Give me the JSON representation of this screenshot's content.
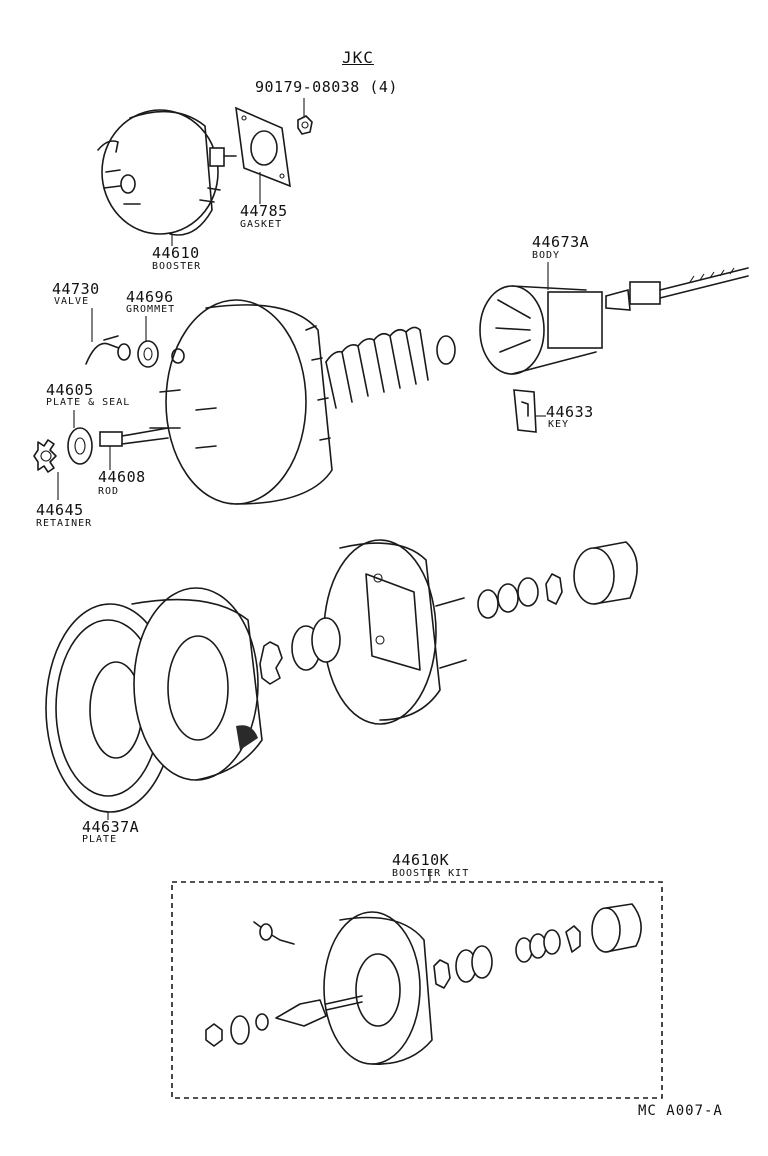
{
  "header": {
    "code": "JKC"
  },
  "parts": [
    {
      "id": "p1",
      "number": "90179-08038 (4)",
      "name": ""
    },
    {
      "id": "p2",
      "number": "44785",
      "name": "GASKET"
    },
    {
      "id": "p3",
      "number": "44610",
      "name": "BOOSTER"
    },
    {
      "id": "p4",
      "number": "44730",
      "name": "VALVE"
    },
    {
      "id": "p5",
      "number": "44696",
      "name": "GROMMET"
    },
    {
      "id": "p6",
      "number": "44673A",
      "name": "BODY"
    },
    {
      "id": "p7",
      "number": "44605",
      "name": "PLATE & SEAL"
    },
    {
      "id": "p8",
      "number": "44633",
      "name": "KEY"
    },
    {
      "id": "p9",
      "number": "44608",
      "name": "ROD"
    },
    {
      "id": "p10",
      "number": "44645",
      "name": "RETAINER"
    },
    {
      "id": "p11",
      "number": "44637A",
      "name": "PLATE"
    },
    {
      "id": "p12",
      "number": "44610K",
      "name": "BOOSTER KIT"
    }
  ],
  "footer": {
    "code": "MC  A007-A"
  }
}
